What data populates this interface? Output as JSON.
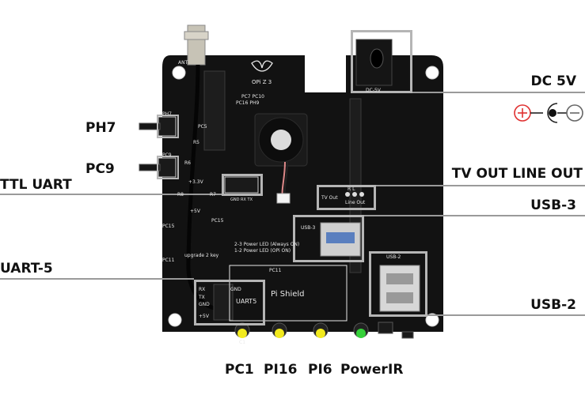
{
  "right_labels": {
    "dc5v": "DC 5V",
    "tv_out_line_out": "TV OUT LINE OUT",
    "usb3": "USB-3",
    "usb2": "USB-2"
  },
  "left_labels": {
    "ph7": "PH7",
    "pc9": "PC9",
    "ttl_uart": "TTL UART",
    "uart5": "UART-5"
  },
  "bottom_labels": {
    "pc1": "PC1",
    "pi16": "PI16",
    "pi6": "PI6",
    "power": "Power",
    "ir": "IR"
  },
  "silkscreen": {
    "ant": "ANT",
    "board_name": "OPi Z 3",
    "pc7_pc10": "PC7  PC10",
    "pc16_ph9": "PC16  PH9",
    "ph7": "PH7",
    "pc9": "PC9",
    "pc5": "PC5",
    "r5": "R5",
    "r6": "R6",
    "r7": "R7",
    "r8": "R8",
    "plus33v": "+3.3V",
    "plus5v": "+5V",
    "gnd_rx_tx": "GND RX TX",
    "pc15": "PC15",
    "pc11": "PC11",
    "upgrade_key": "upgrade 2 key",
    "dc5v_silk": "DC-5V",
    "tv_out": "TV Out",
    "r_l": "R  L",
    "line_out": "Line Out",
    "usb3_silk": "USB-3",
    "usb2_silk": "USB-2",
    "power_led_1": "2-3 Power LED (Always ON)",
    "power_led_2": "1-2 Power LED (OPi ON)",
    "pi_shield": "Pi Shield",
    "uart5_silk": "UART5",
    "rx": "RX",
    "tx": "TX",
    "gnd": "GND",
    "gnd2": "GND",
    "c1": "C1"
  },
  "colors": {
    "board": "#111111",
    "callout_line": "#9a9a9a",
    "callout_box": "#b5b5b5",
    "led_yellow": "#f2ea1e",
    "led_green": "#35d13a",
    "dc_plus": "#e03030"
  }
}
